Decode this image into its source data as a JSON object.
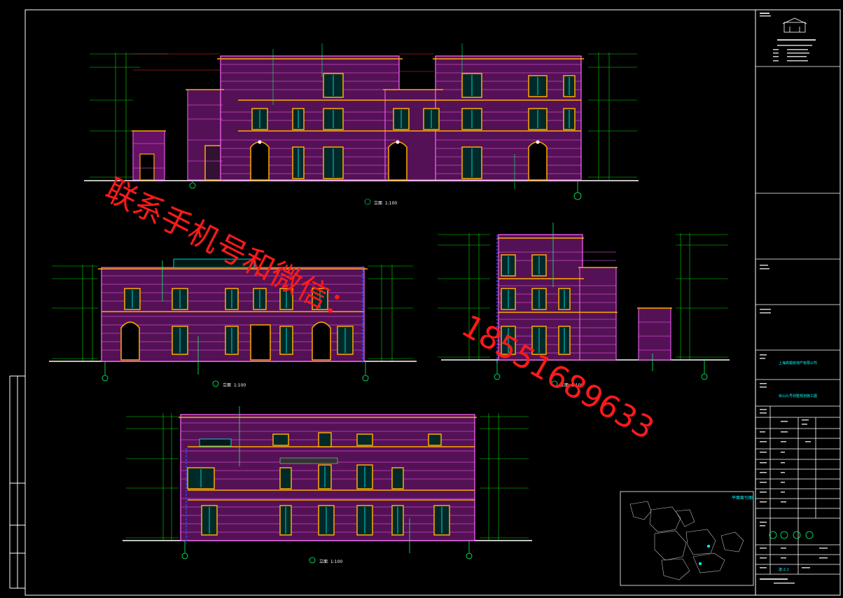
{
  "watermark": {
    "line1": "联系手机号和微信：",
    "line2": "18551689633",
    "color": "#ff1a1a"
  },
  "colors": {
    "background": "#000000",
    "frame": "#ffffff",
    "wall": "#cc33cc",
    "wall_lines": "#ff66ff",
    "trim": "#ffaa00",
    "glass": "#00ffff",
    "ground": "#ffffff",
    "dimension": "#00dd00",
    "axis": "#00ff66",
    "level_red": "#ff2222",
    "gray": "#888888"
  },
  "titleblock": {
    "client_name": "上海高银房地产有限公司",
    "project_name": "佘山九号别墅规划施工图",
    "sheet_no": "建-2.1"
  },
  "drawings": {
    "elev1_title": "立面",
    "elev1_scale": "1:100",
    "elev2_title": "立面",
    "elev2_scale": "1:100",
    "elev3_title": "立面",
    "elev3_scale": "1:100",
    "elev4_title": "立面",
    "elev4_scale": "1:100"
  },
  "keyplan": {
    "title": "平面索引图"
  }
}
